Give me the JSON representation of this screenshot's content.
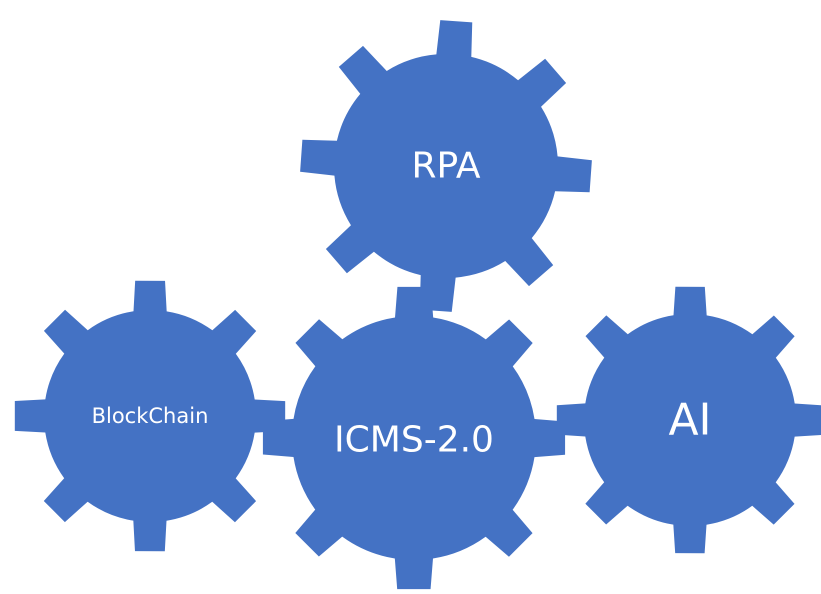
{
  "diagram": {
    "gear_color": "#4472C4",
    "label_color": "#FFFFFF",
    "background_color": "#FFFFFF",
    "gears": [
      {
        "id": "rpa",
        "label": "RPA"
      },
      {
        "id": "blockchain",
        "label": "BlockChain"
      },
      {
        "id": "icms",
        "label": "ICMS-2.0"
      },
      {
        "id": "ai",
        "label": "AI"
      }
    ]
  }
}
